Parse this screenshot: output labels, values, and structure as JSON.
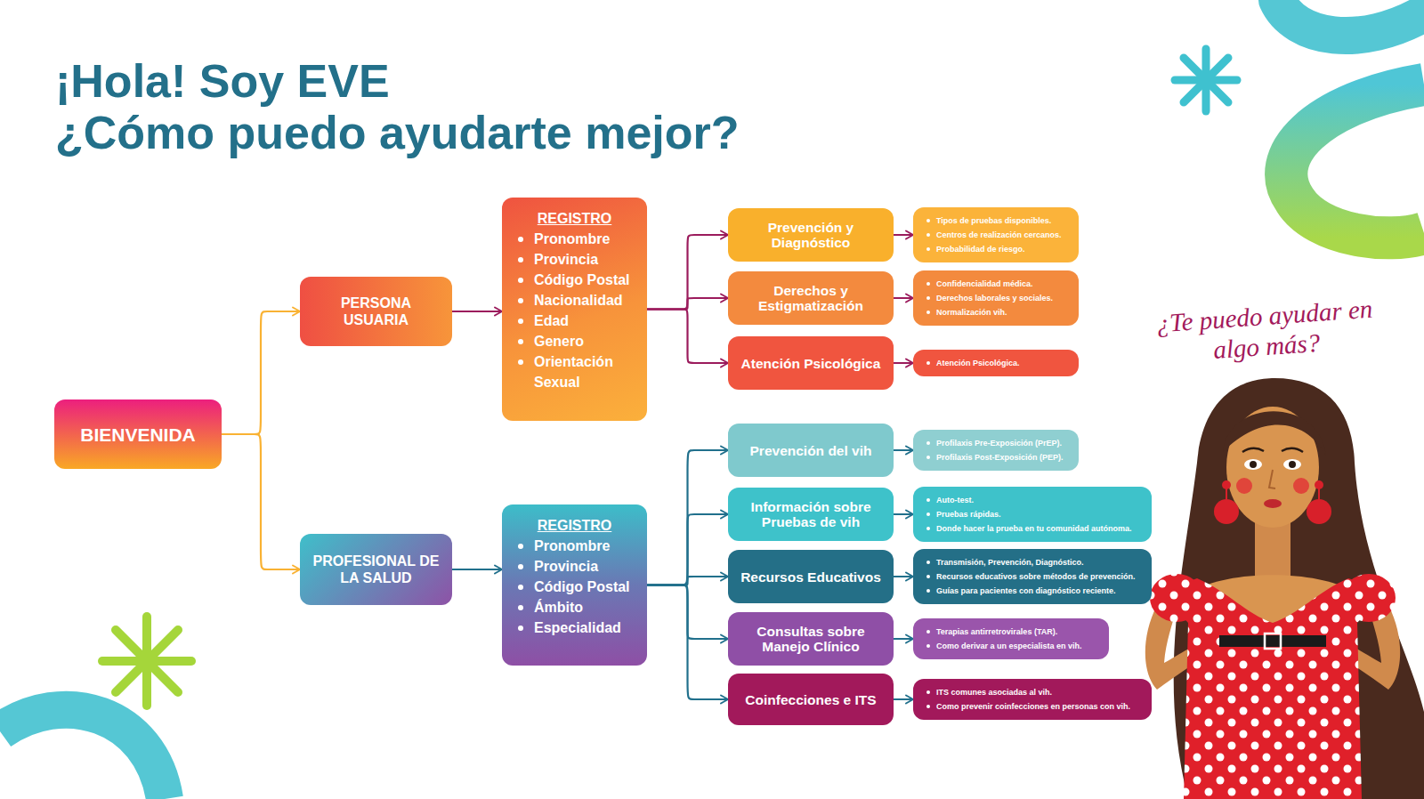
{
  "diagram": {
    "title": "¡Hola! Soy EVE",
    "nodes": [
      {
        "text": [
          "BIENVENIDA"
        ]
      },
      {
        "text": [
          "PERSONA USUARIA"
        ]
      },
      {
        "text": [
          "REGISTRO",
          "Pronombre",
          "Provincia",
          "Código Postal",
          "Nacionalidad",
          "Edad",
          "Genero",
          "Orientación Sexual"
        ]
      },
      {
        "text": [
          "Prevención y Diagnóstico"
        ]
      },
      {
        "text": [
          "Tipos de pruebas disponibles.",
          "Centros de realización cercanos.",
          "Probabilidad de riesgo."
        ]
      },
      {
        "text": [
          "Derechos y Estigmatización"
        ]
      },
      {
        "text": [
          "Confidencialidad médica.",
          "Derechos laborales y sociales.",
          "Normalización vih."
        ]
      },
      {
        "text": [
          "Atención Psicológica"
        ]
      },
      {
        "text": [
          "Atención Psicológica."
        ]
      },
      {
        "text": [
          "PROFESIONAL DE LA SALUD"
        ]
      },
      {
        "text": [
          "REGISTRO",
          "Pronombre",
          "Provincia",
          "Código Postal",
          "Ámbito",
          "Especialidad"
        ]
      },
      {
        "text": [
          "Prevención del vih"
        ]
      },
      {
        "text": [
          "Profilaxis Pre-Exposición (PrEP).",
          "Profilaxis Post-Exposición (PEP)."
        ]
      },
      {
        "text": [
          "Información sobre Pruebas de vih"
        ]
      },
      {
        "text": [
          "Auto-test.",
          "Pruebas rápidas.",
          "Donde hacer la prueba en tu comunidad autónoma."
        ]
      },
      {
        "text": [
          "Recursos Educativos"
        ]
      },
      {
        "text": [
          "Transmisión, Prevención, Diagnóstico.",
          "Recursos educativos sobre métodos de prevención.",
          "Guías para pacientes con diagnóstico reciente."
        ]
      },
      {
        "text": [
          "Consultas sobre Manejo Clínico"
        ]
      },
      {
        "text": [
          "Terapias antirretrovirales (TAR).",
          "Como derivar a un especialista en vih."
        ]
      },
      {
        "text": [
          "Coinfecciones e ITS"
        ]
      },
      {
        "text": [
          "ITS comunes asociadas al vih.",
          "Como prevenir coinfecciones en personas con vih."
        ]
      }
    ],
    "edges": [
      {
        "from": 0,
        "to": 1,
        "arrow": "to"
      },
      {
        "from": 0,
        "to": 9,
        "arrow": "to"
      },
      {
        "from": 1,
        "to": 2,
        "arrow": "to"
      },
      {
        "from": 2,
        "to": 3,
        "arrow": "to"
      },
      {
        "from": 2,
        "to": 5,
        "arrow": "to"
      },
      {
        "from": 2,
        "to": 7,
        "arrow": "to"
      },
      {
        "from": 3,
        "to": 4,
        "arrow": "to"
      },
      {
        "from": 5,
        "to": 6,
        "arrow": "to"
      },
      {
        "from": 7,
        "to": 8,
        "arrow": "to"
      },
      {
        "from": 9,
        "to": 10,
        "arrow": "to"
      },
      {
        "from": 10,
        "to": 11,
        "arrow": "to"
      },
      {
        "from": 10,
        "to": 13,
        "arrow": "to"
      },
      {
        "from": 10,
        "to": 15,
        "arrow": "to"
      },
      {
        "from": 10,
        "to": 17,
        "arrow": "to"
      },
      {
        "from": 10,
        "to": 19,
        "arrow": "to"
      },
      {
        "from": 11,
        "to": 12,
        "arrow": "to"
      },
      {
        "from": 13,
        "to": 14,
        "arrow": "to"
      },
      {
        "from": 15,
        "to": 16,
        "arrow": "to"
      },
      {
        "from": 17,
        "to": 18,
        "arrow": "to"
      },
      {
        "from": 19,
        "to": 20,
        "arrow": "to"
      }
    ],
    "labels": [
      "¿Cómo puedo ayudarte mejor?",
      "¿Te puedo ayudar en algo más?"
    ]
  }
}
